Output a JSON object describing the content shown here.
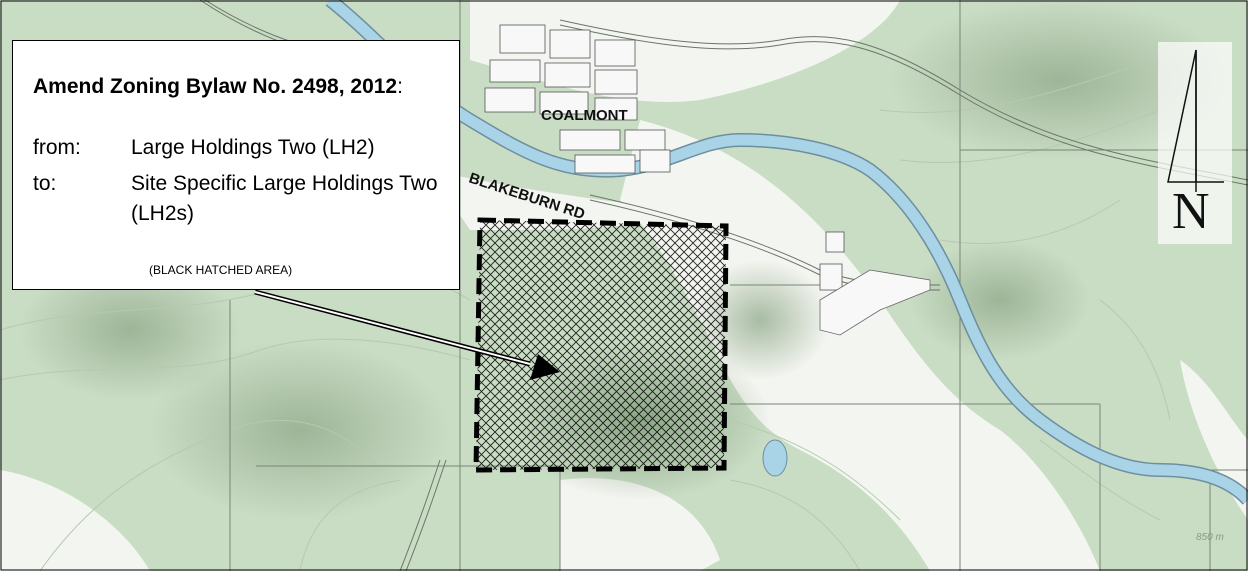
{
  "map": {
    "labels": {
      "town": "COALMONT",
      "road": "BLAKEBURN RD",
      "contour": "850 m"
    },
    "colors": {
      "land_green": "#c9dcc4",
      "clearing_white": "#f4f6f1",
      "river": "#a9d3e6",
      "hatch": "#000000",
      "frame": "#000000"
    }
  },
  "legend": {
    "title_bold": "Amend Zoning Bylaw No. 2498, 2012",
    "title_colon": ":",
    "from_key": "from:",
    "from_value": "Large Holdings Two (LH2)",
    "to_key": "to:",
    "to_value": "Site Specific Large Holdings Two (LH2s)",
    "note": "(BLACK HATCHED AREA)"
  },
  "north_arrow": {
    "letter": "N",
    "icon": "north-arrow-icon"
  }
}
